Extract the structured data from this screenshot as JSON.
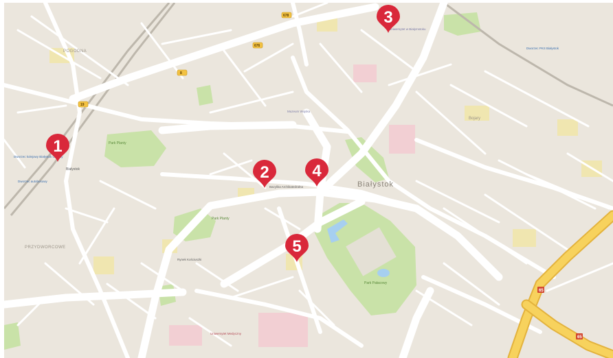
{
  "map": {
    "background_color": "#ebe6dd",
    "park_color": "#c9e2a8",
    "water_color": "#a6cff0",
    "road_color": "#ffffff",
    "highway_color": "#f7d25d",
    "marker_color": "#d9283a",
    "pink_block_color": "#f2cfd3",
    "yellow_block_color": "#f0e6b0"
  },
  "markers": [
    {
      "number": "1"
    },
    {
      "number": "2"
    },
    {
      "number": "4"
    },
    {
      "number": "3"
    },
    {
      "number": "5"
    }
  ],
  "labels": {
    "city": "Białystok",
    "district_west": "PRZYDWORCOWE",
    "district_nw": "POGODNA",
    "district_east": "Bojary",
    "park_west": "Park Planty",
    "park_center": "Park Planty",
    "park_pond": "Park Pałacowy",
    "station": "Białystok",
    "poi_station": "Dworzec kolejowy Białystok Główny",
    "poi_bus": "Dworzec autobusowy",
    "poi_museum": "Muzeum Wojska",
    "poi_cathedral": "Bazylika Archikatedralna",
    "poi_east": "Dworzec PKS Białystok",
    "poi_north": "Uniwersytet w Białymstoku",
    "poi_south": "Uniwersytet Medyczny",
    "poi_plaza": "Rynek Kościuszki",
    "route_badges": [
      "678",
      "676",
      "8",
      "19",
      "65"
    ]
  }
}
